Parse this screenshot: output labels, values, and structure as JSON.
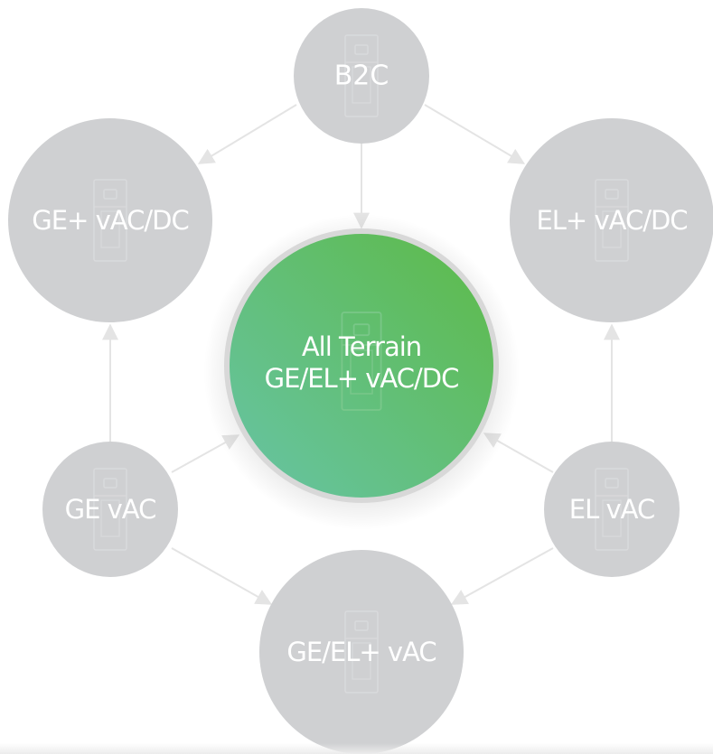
{
  "diagram": {
    "center": {
      "label_line1": "All Terrain",
      "label_line2": "GE/EL+ vAC/DC",
      "gradient_start": "#5dba47",
      "gradient_end": "#67c4a6",
      "ring_color": "#d9d9d9"
    },
    "nodes": {
      "b2c": "B2C",
      "ge_plus": "GE+ vAC/DC",
      "el_plus": "EL+ vAC/DC",
      "ge": "GE vAC",
      "el": "EL vAC",
      "ge_el_plus": "GE/EL+ vAC"
    },
    "colors": {
      "node_fill": "#cfd0d2",
      "arrow": "#e4e4e4",
      "text": "#ffffff"
    },
    "icon": "charging-station-icon"
  }
}
